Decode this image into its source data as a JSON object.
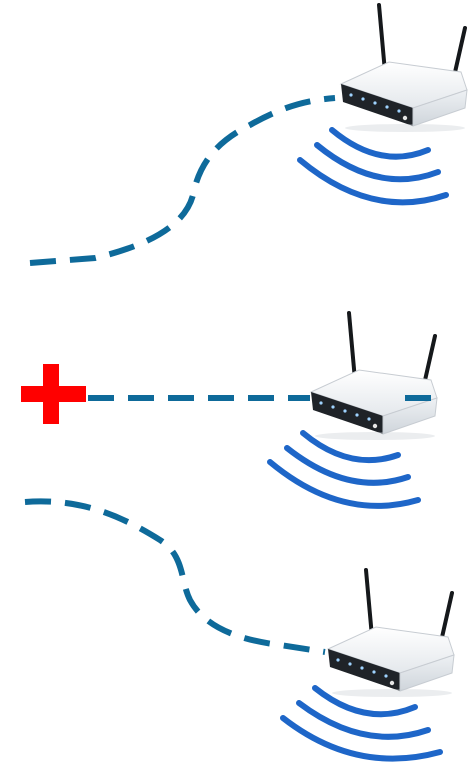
{
  "colors": {
    "cable": "#0e6a9a",
    "wave": "#1e66c8",
    "router_body": "#f3f5f7",
    "router_shadow": "#c7ccd2",
    "router_panel": "#1f2328",
    "antenna": "#15181b",
    "cross": "#ff0000"
  },
  "rows": [
    {
      "id": "top",
      "router_icon": "wifi-router-icon",
      "signal_icon": "wifi-signal-icon",
      "marker_icon": null
    },
    {
      "id": "middle",
      "router_icon": "wifi-router-icon",
      "signal_icon": "wifi-signal-icon",
      "marker_icon": "red-cross-icon"
    },
    {
      "id": "bottom",
      "router_icon": "wifi-router-icon",
      "signal_icon": "wifi-signal-icon",
      "marker_icon": null
    }
  ]
}
